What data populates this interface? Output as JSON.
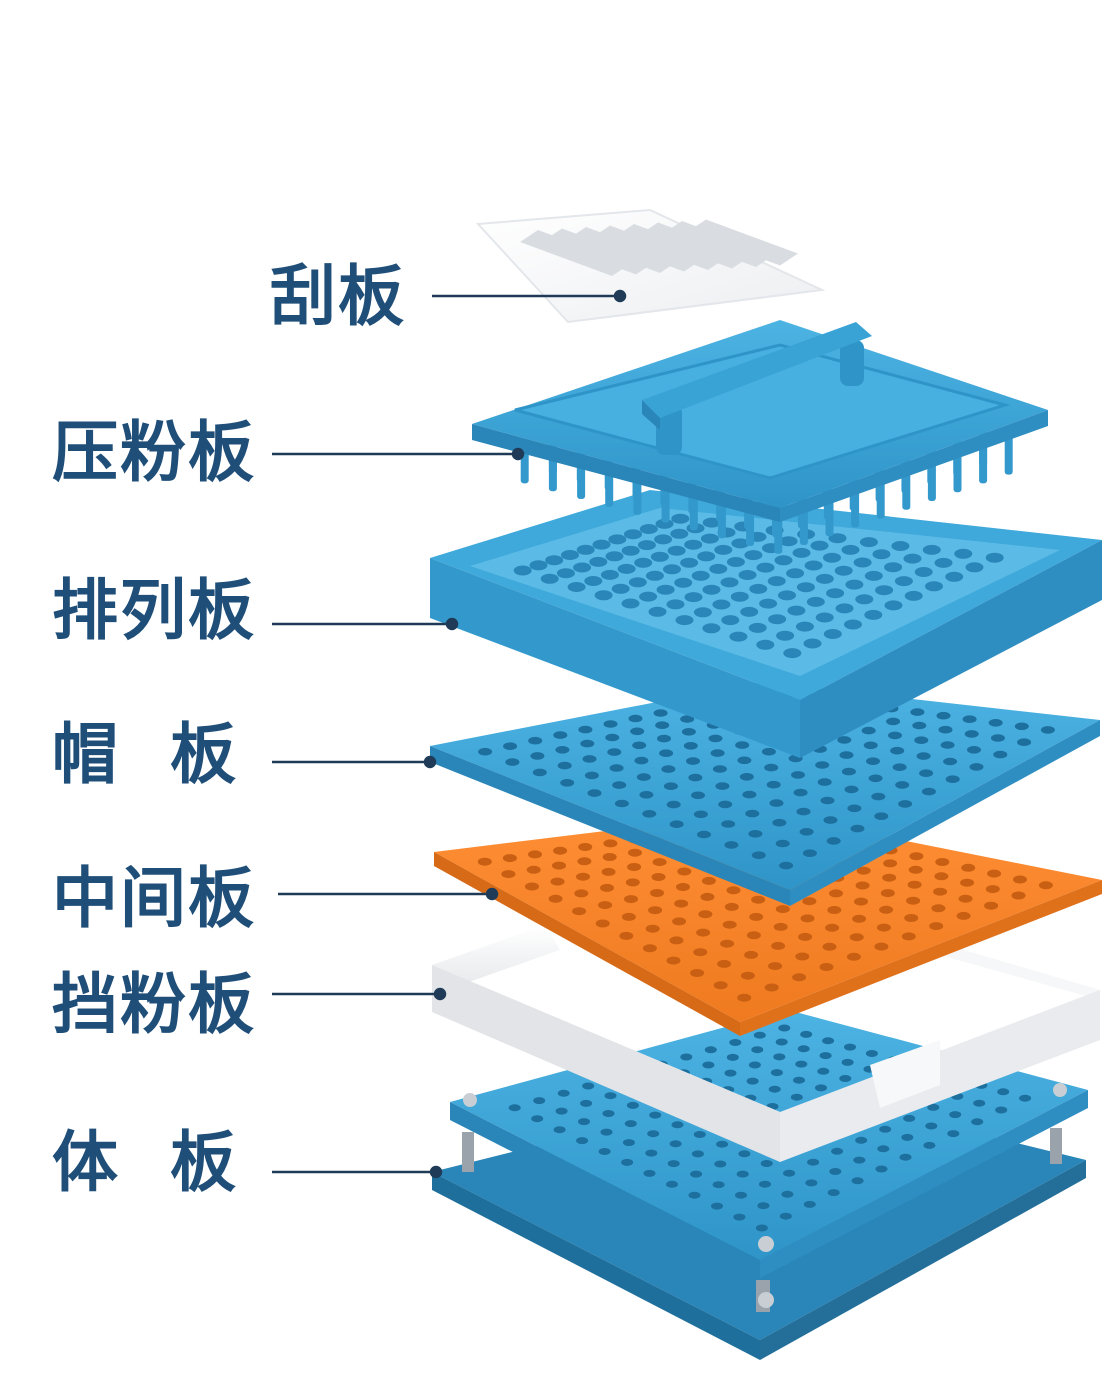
{
  "labels": {
    "scraper": "刮板",
    "press": "压粉板",
    "arrange": "排列板",
    "cap": "帽  板",
    "middle": "中间板",
    "guard": "挡粉板",
    "body": "体  板"
  },
  "colors": {
    "label_text": "#1f4e78",
    "leader_line": "#1f3b57",
    "blue_plate": "#3aa3d6",
    "blue_dark": "#2a86b8",
    "orange_plate": "#f5842a",
    "white_plate": "#f3f4f6"
  }
}
